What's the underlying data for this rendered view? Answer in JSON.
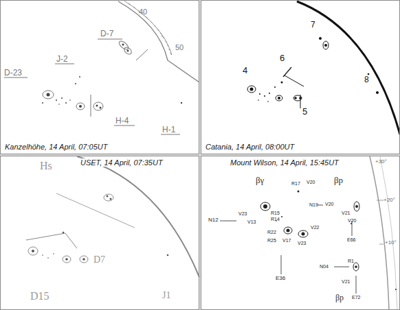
{
  "diagram": {
    "nodes": [
      {
        "text": [
          "Kanzelhöhe, 14 April, 07:05UT"
        ]
      },
      {
        "text": [
          "Catania, 14 April, 08:00UT"
        ]
      },
      {
        "text": [
          "USET, 14 April, 07:35UT"
        ]
      },
      {
        "text": [
          "Mount Wilson, 14 April, 15:45UT"
        ]
      }
    ],
    "labels": [
      "40",
      "50",
      "D-7",
      "J-2",
      "D-23",
      "H-4",
      "H-1",
      "7",
      "6",
      "4",
      "8",
      "5",
      "Hs",
      "D7",
      "D15",
      "J1",
      "+30°",
      "+20°",
      "+10°",
      "βγ",
      "βp",
      "R17",
      "V20",
      "N12",
      "V23",
      "V13",
      "R15",
      "R14",
      "R22",
      "R25",
      "V22",
      "V17",
      "V23",
      "E36",
      "N19",
      "V20",
      "V21",
      "V20",
      "E66",
      "N04",
      "V21",
      "R1",
      "E72",
      "βp"
    ]
  }
}
